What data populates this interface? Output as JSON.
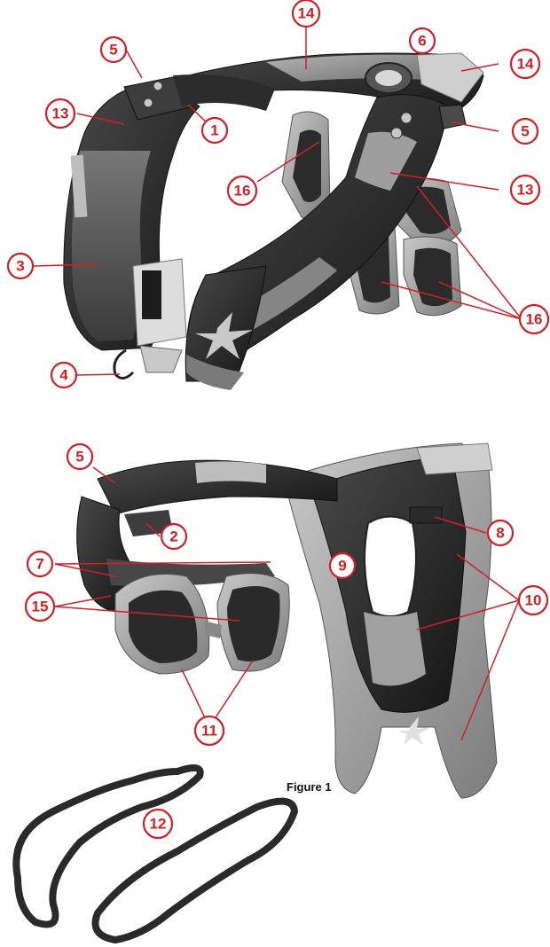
{
  "figure": {
    "caption": "Figure 1"
  },
  "callouts": {
    "c1": "1",
    "c2": "2",
    "c3": "3",
    "c4": "4",
    "c5a": "5",
    "c5b": "5",
    "c5c": "5",
    "c6": "6",
    "c7": "7",
    "c8": "8",
    "c9": "9",
    "c10": "10",
    "c11": "11",
    "c12": "12",
    "c13a": "13",
    "c13b": "13",
    "c14a": "14",
    "c14b": "14",
    "c15": "15",
    "c16a": "16",
    "c16b": "16"
  },
  "colors": {
    "callout_red": "#d11f26",
    "dark_body": "#2a2a2a",
    "mid_grey": "#6e6e6e",
    "light_grey": "#b4b4b4",
    "pad_grey": "#9a9a9a"
  },
  "icons": {
    "brand_logo": "alpinestars-star-icon"
  }
}
